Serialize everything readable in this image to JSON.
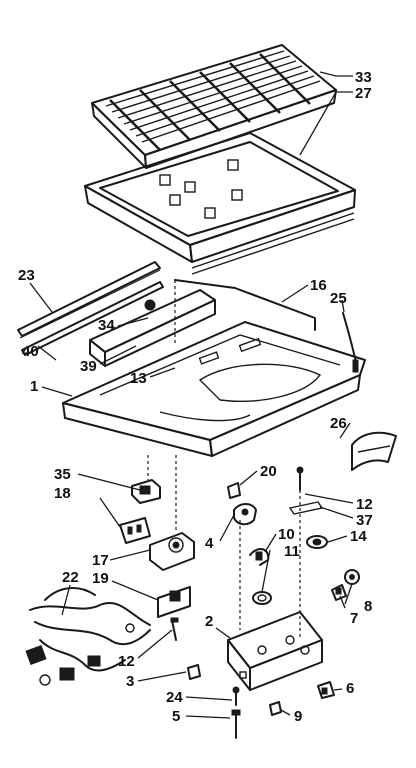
{
  "diagram": {
    "callouts": {
      "c33": "33",
      "c27": "27",
      "c23": "23",
      "c16": "16",
      "c25": "25",
      "c34": "34",
      "c40": "40",
      "c39": "39",
      "c13": "13",
      "c1": "1",
      "c26": "26",
      "c35": "35",
      "c18": "18",
      "c20": "20",
      "c12a": "12",
      "c37": "37",
      "c4": "4",
      "c10": "10",
      "c11": "11",
      "c14": "14",
      "c17": "17",
      "c19": "19",
      "c22": "22",
      "c8": "8",
      "c7": "7",
      "c2": "2",
      "c12b": "12",
      "c3": "3",
      "c6": "6",
      "c24": "24",
      "c5": "5",
      "c9": "9"
    }
  }
}
